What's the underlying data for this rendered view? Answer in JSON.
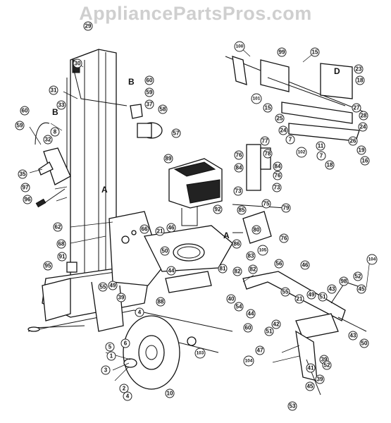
{
  "watermark": "AppliancePartsPros.com",
  "letters": [
    "A",
    "B",
    "B",
    "A",
    "D"
  ],
  "callouts": [
    "1",
    "2",
    "3",
    "4",
    "4",
    "5",
    "6",
    "10",
    "103",
    "23",
    "29",
    "30",
    "31",
    "33",
    "35",
    "32",
    "8",
    "97",
    "96",
    "60",
    "59",
    "60",
    "59",
    "37",
    "58",
    "57",
    "89",
    "92",
    "62",
    "66",
    "68",
    "21",
    "46",
    "50",
    "91",
    "95",
    "55",
    "49",
    "39",
    "44",
    "88",
    "81",
    "82",
    "100",
    "99",
    "15",
    "15",
    "18",
    "101",
    "27",
    "28",
    "24",
    "25",
    "7",
    "102",
    "11",
    "26",
    "19",
    "16",
    "18",
    "7",
    "24",
    "77",
    "78",
    "76",
    "84",
    "84",
    "76",
    "73",
    "73",
    "85",
    "75",
    "80",
    "86",
    "83",
    "105",
    "76",
    "79",
    "82",
    "56",
    "46",
    "40",
    "55",
    "21",
    "54",
    "49",
    "51",
    "43",
    "98",
    "52",
    "45",
    "104",
    "43",
    "50",
    "44",
    "60",
    "42",
    "51",
    "39",
    "47",
    "104",
    "41",
    "39",
    "53",
    "45",
    "52",
    "44"
  ]
}
